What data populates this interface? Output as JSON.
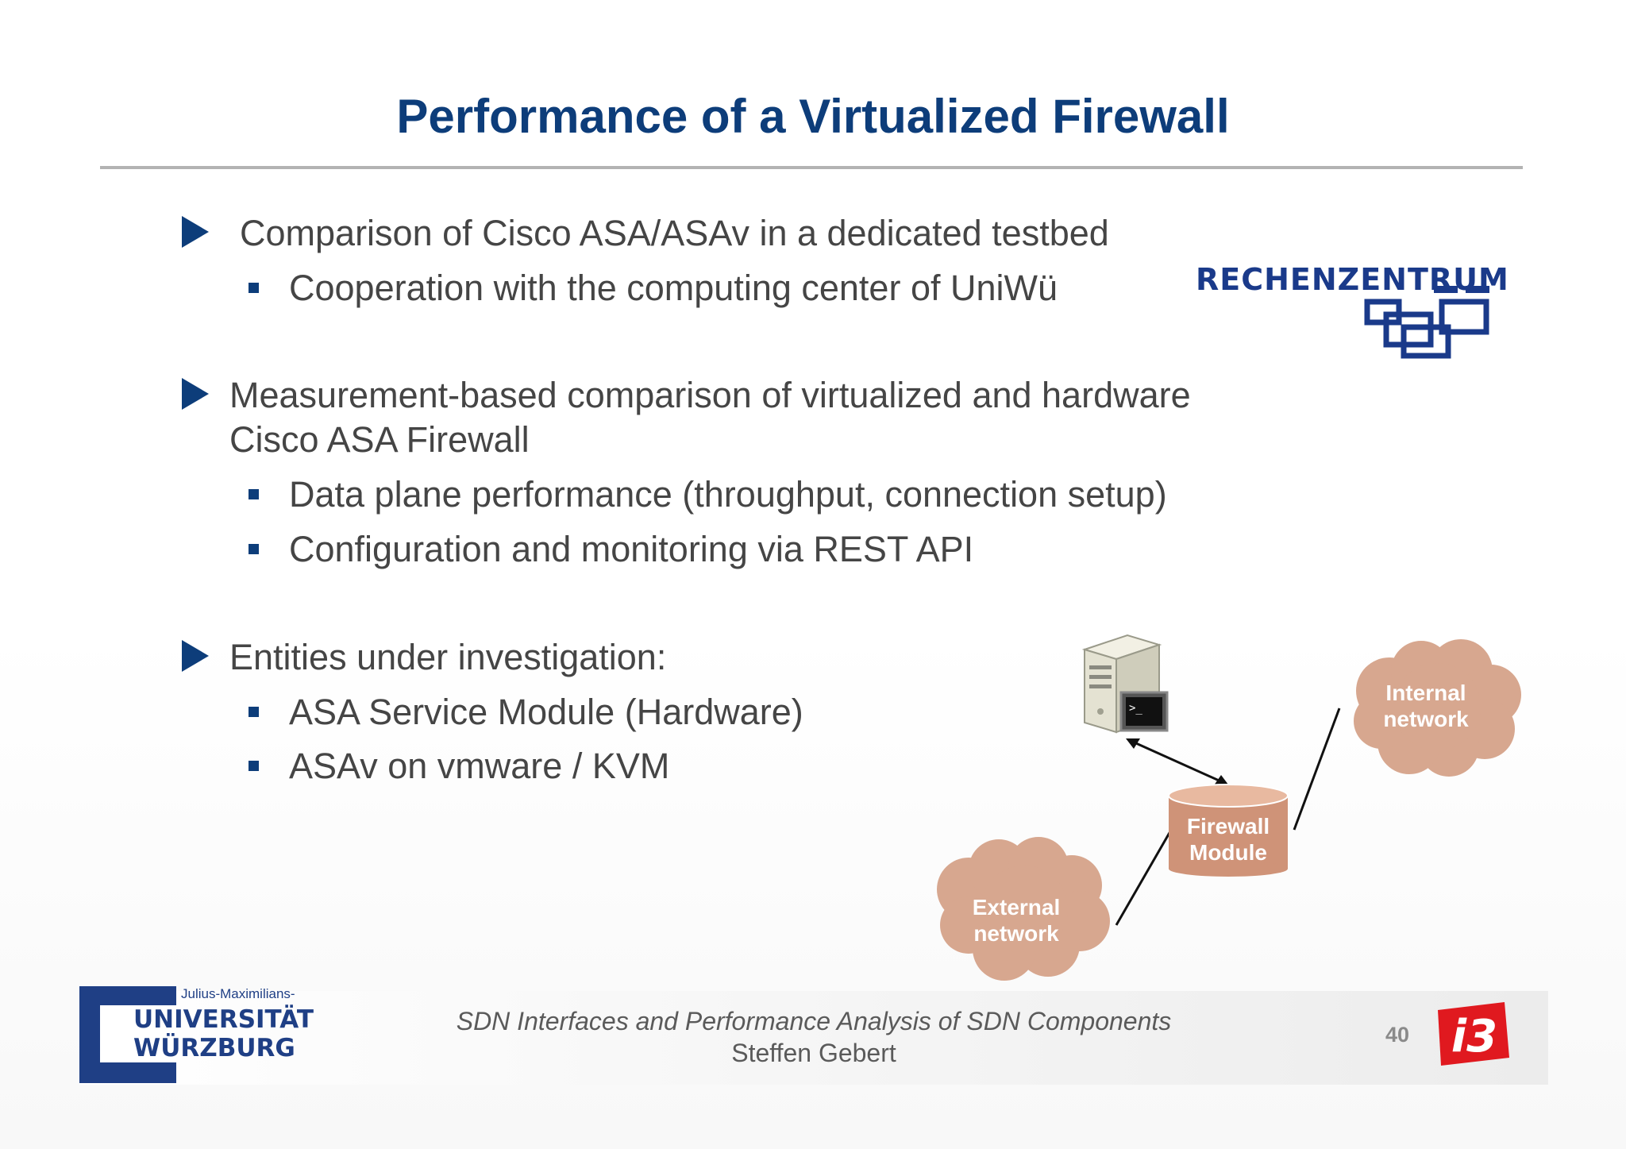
{
  "slide": {
    "title": "Performance of a Virtualized Firewall",
    "bullets": [
      {
        "text": "Comparison of Cisco ASA/ASAv in a dedicated testbed",
        "subs": [
          "Cooperation with the computing center of UniWü"
        ]
      },
      {
        "text_line1": "Measurement-based comparison of virtualized and hardware",
        "text_line2": "Cisco ASA Firewall",
        "subs": [
          "Data plane performance (throughput, connection setup)",
          "Configuration and monitoring via REST API"
        ]
      },
      {
        "text": "Entities under investigation:",
        "subs": [
          "ASA Service Module (Hardware)",
          "ASAv on vmware / KVM"
        ]
      }
    ],
    "rz_logo_text": "RECHENZENTRUM",
    "diagram": {
      "internal_line1": "Internal",
      "internal_line2": "network",
      "firewall_line1": "Firewall",
      "firewall_line2": "Module",
      "external_line1": "External",
      "external_line2": "network",
      "terminal_prompt": ">_"
    }
  },
  "footer": {
    "uni_small": "Julius-Maximilians-",
    "uni_line1": "UNIVERSITÄT",
    "uni_line2": "WÜRZBURG",
    "title": "SDN Interfaces and Performance Analysis of SDN Components",
    "author": "Steffen Gebert",
    "page_number": "40",
    "i3_text": "i3"
  },
  "colors": {
    "title": "#0d3d7a",
    "body_text": "#454545",
    "cloud": "#d7a78f",
    "firewall": "#cf9378",
    "uni_blue": "#1f3f85",
    "i3_red": "#e0191f"
  }
}
